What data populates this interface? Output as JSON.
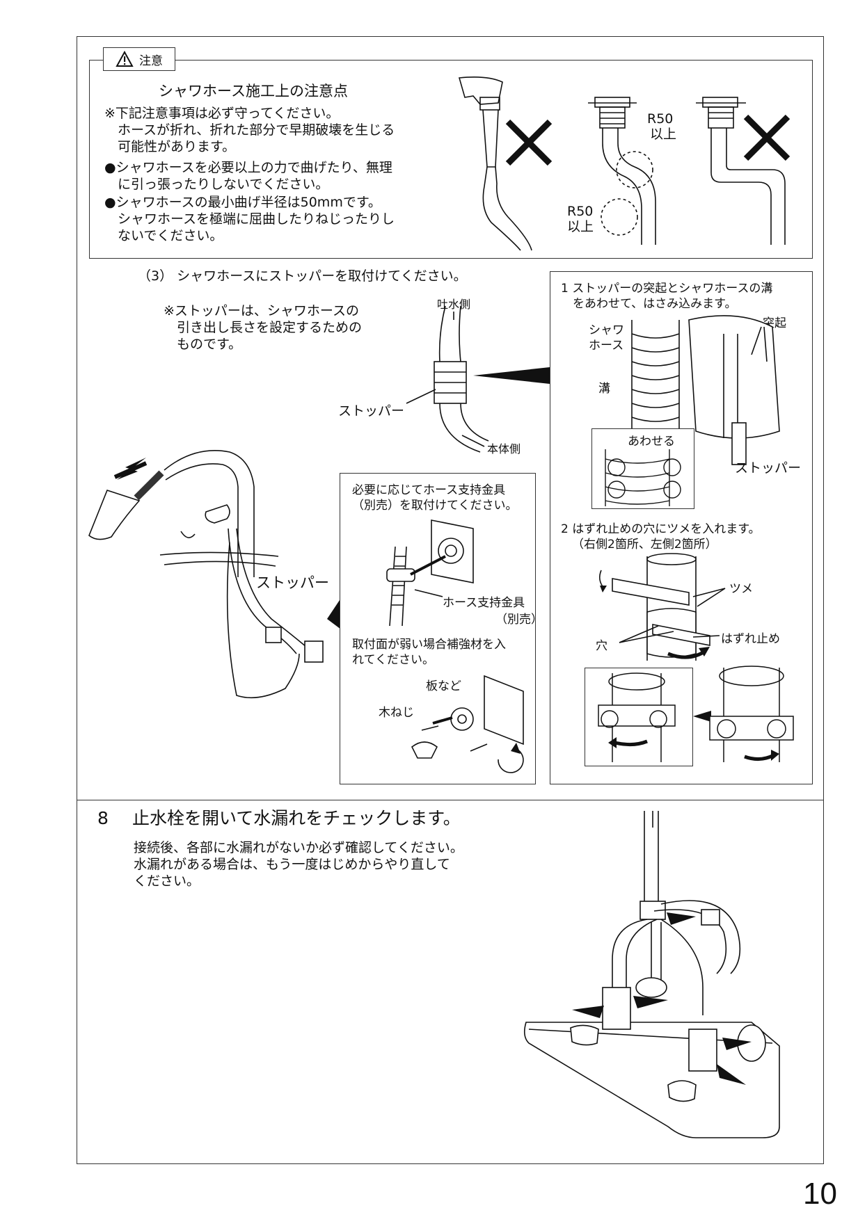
{
  "caution": {
    "tag_label": "注意",
    "title": "シャワホース施工上の注意点",
    "lines": [
      "※下記注意事項は必ず守ってください。",
      "　ホースが折れ、折れた部分で早期破壊を生じる",
      "　可能性があります。",
      "●シャワホースを必要以上の力で曲げたり、無理",
      "　に引っ張ったりしないでください。",
      "●シャワホースの最小曲げ半径は50mmです。",
      "　シャワホースを極端に屈曲したりねじったりし",
      "　ないでください。"
    ],
    "r50_top": [
      "R50",
      "以上"
    ],
    "r50_bottom": [
      "R50",
      "以上"
    ]
  },
  "step3": {
    "heading": "（3）  シャワホースにストッパーを取付けてください。",
    "note": [
      "※ストッパーは、シャワホースの",
      "　引き出し長さを設定するための",
      "　ものです。"
    ],
    "label_spout_side": "吐水側",
    "label_stopper": "ストッパー",
    "label_body_side": "本体側",
    "label_stopper2": "ストッパー"
  },
  "support_panel": {
    "text1": [
      "必要に応じてホース支持金具",
      "（別売）を取付けてください。"
    ],
    "label_bracket": "ホース支持金具",
    "label_bracket_sub": "（別売）",
    "text2": [
      "取付面が弱い場合補強材を入",
      "れてください。"
    ],
    "label_board": "板など",
    "label_screw": "木ねじ"
  },
  "right_panel": {
    "step1": [
      "1 ストッパーの突起とシャワホースの溝",
      "　をあわせて、はさみ込みます。"
    ],
    "label_hose": [
      "シャワ",
      "ホース"
    ],
    "label_protrusion": "突起",
    "label_groove": "溝",
    "label_align": "あわせる",
    "label_stopper": "ストッパー",
    "step2": [
      "2 はずれ止めの穴にツメを入れます。",
      "（右側2箇所、左側2箇所）"
    ],
    "label_claw": "ツメ",
    "label_hole": "穴",
    "label_stop": "はずれ止め"
  },
  "step8": {
    "number": "8",
    "title": "止水栓を開いて水漏れをチェックします。",
    "body": [
      "接続後、各部に水漏れがないか必ず確認してください。",
      "水漏れがある場合は、もう一度はじめからやり直して",
      "ください。"
    ]
  },
  "page_number": "10"
}
